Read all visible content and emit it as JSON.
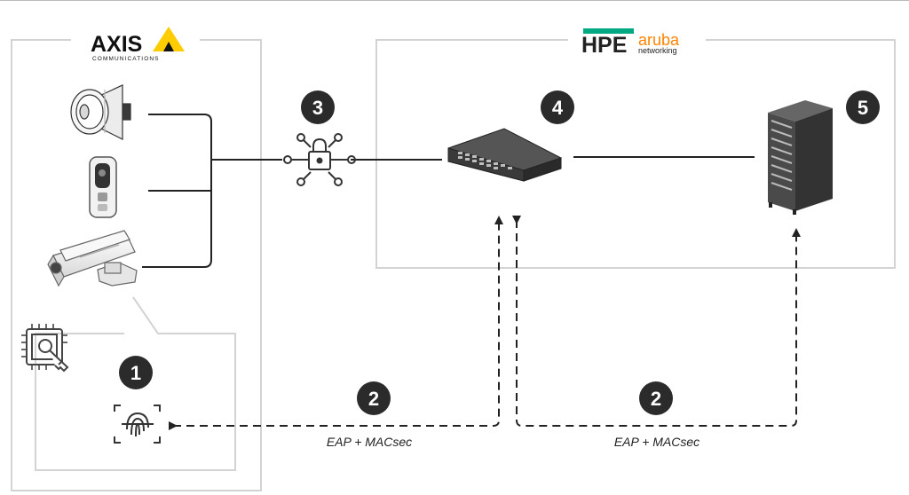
{
  "logos": {
    "axis_name": "AXIS",
    "axis_sub": "COMMUNICATIONS",
    "hpe_name": "HPE",
    "aruba_name": "aruba",
    "aruba_sub": "networking",
    "axis_accent": "#ffcc00",
    "aruba_accent": "#ff8300"
  },
  "steps": {
    "s1": "1",
    "s2a": "2",
    "s2b": "2",
    "s3": "3",
    "s4": "4",
    "s5": "5"
  },
  "labels": {
    "left_protocol": "EAP + MACsec",
    "right_protocol": "EAP + MACsec"
  },
  "icons": [
    "speaker-icon",
    "intercom-icon",
    "camera-icon",
    "chip-key-icon",
    "fingerprint-icon",
    "network-lock-icon",
    "switch-icon",
    "server-rack-icon"
  ]
}
